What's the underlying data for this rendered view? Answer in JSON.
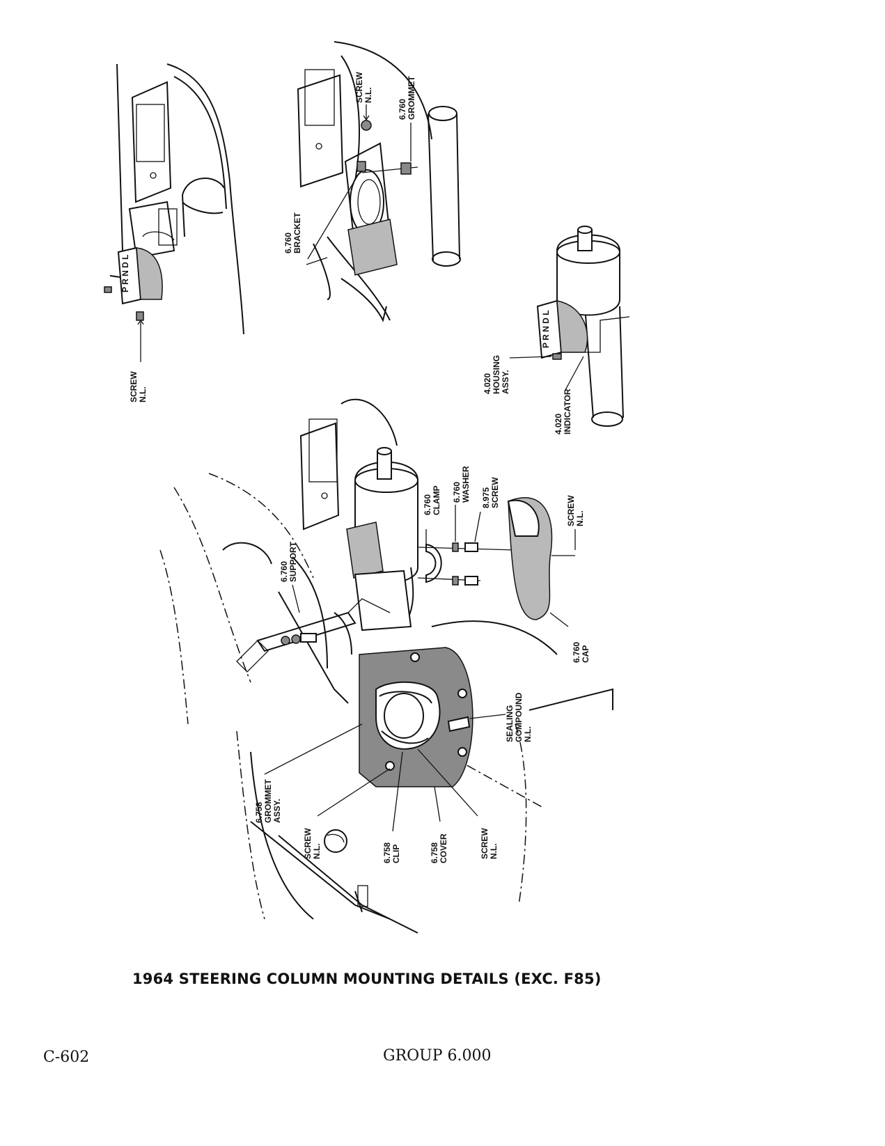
{
  "figure": {
    "labels": {
      "screw_nl_left": [
        "SCREW",
        "N.L."
      ],
      "screw_nl_top": [
        "SCREW",
        "N.L."
      ],
      "grommet_top": [
        "6.760",
        "GROMMET"
      ],
      "bracket": [
        "6.760",
        "BRACKET"
      ],
      "housing_assy": [
        "4.020",
        "HOUSING",
        "ASSY."
      ],
      "indicator": [
        "4.020",
        "INDICATOR"
      ],
      "clamp": [
        "6.760",
        "CLAMP"
      ],
      "washer": [
        "6.760",
        "WASHER"
      ],
      "screw_8975": [
        "8.975",
        "SCREW"
      ],
      "screw_nl_cap": [
        "SCREW",
        "N.L."
      ],
      "support": [
        "6.760",
        "SUPPORT"
      ],
      "cap": [
        "6.760",
        "CAP"
      ],
      "sealing_compound": [
        "SEALING",
        "COMPOUND",
        "N.L."
      ],
      "grommet_assy": [
        "6.758",
        "GROMMET",
        "ASSY."
      ],
      "screw_nl_bottom": [
        "SCREW",
        "N.L."
      ],
      "clip": [
        "6.758",
        "CLIP"
      ],
      "cover": [
        "6.758",
        "COVER"
      ],
      "screw_nl_right": [
        "SCREW",
        "N.L."
      ]
    },
    "selector_letters": [
      "P",
      "R",
      "N",
      "D",
      "L"
    ]
  },
  "caption": "1964 STEERING COLUMN MOUNTING DETAILS (EXC. F85)",
  "footer": {
    "page_number": "C-602",
    "group": "GROUP 6.000"
  }
}
